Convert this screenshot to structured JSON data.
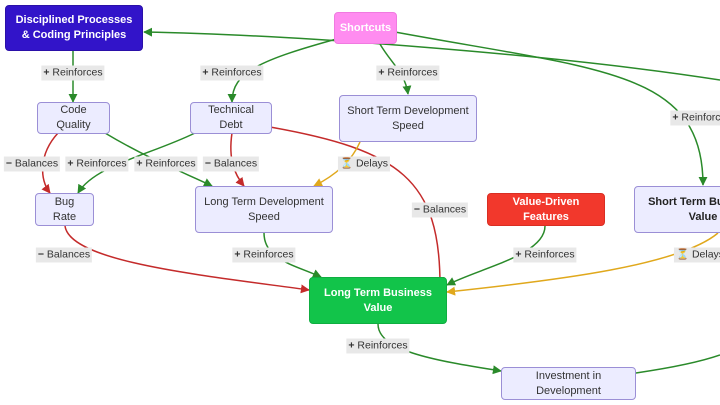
{
  "nodes": {
    "disciplined": "Disciplined Processes & Coding Principles",
    "shortcuts": "Shortcuts",
    "code_quality": "Code Quality",
    "technical_debt": "Technical Debt",
    "short_term_speed": "Short Term Development Speed",
    "bug_rate": "Bug Rate",
    "long_term_speed": "Long Term Development Speed",
    "value_features": "Value-Driven Features",
    "short_term_value": "Short Term Business Value",
    "long_term_value": "Long Term Business Value",
    "investment": "Investment in Development"
  },
  "labels": {
    "reinforces": "Reinforces",
    "balances": "Balances",
    "delays": "Delays"
  },
  "symbols": {
    "plus": "+",
    "minus": "−",
    "hourglass": "⏳"
  },
  "colors": {
    "reinforces": "#2a8a2a",
    "balances": "#c42b2b",
    "delays": "#e0a81c"
  }
}
